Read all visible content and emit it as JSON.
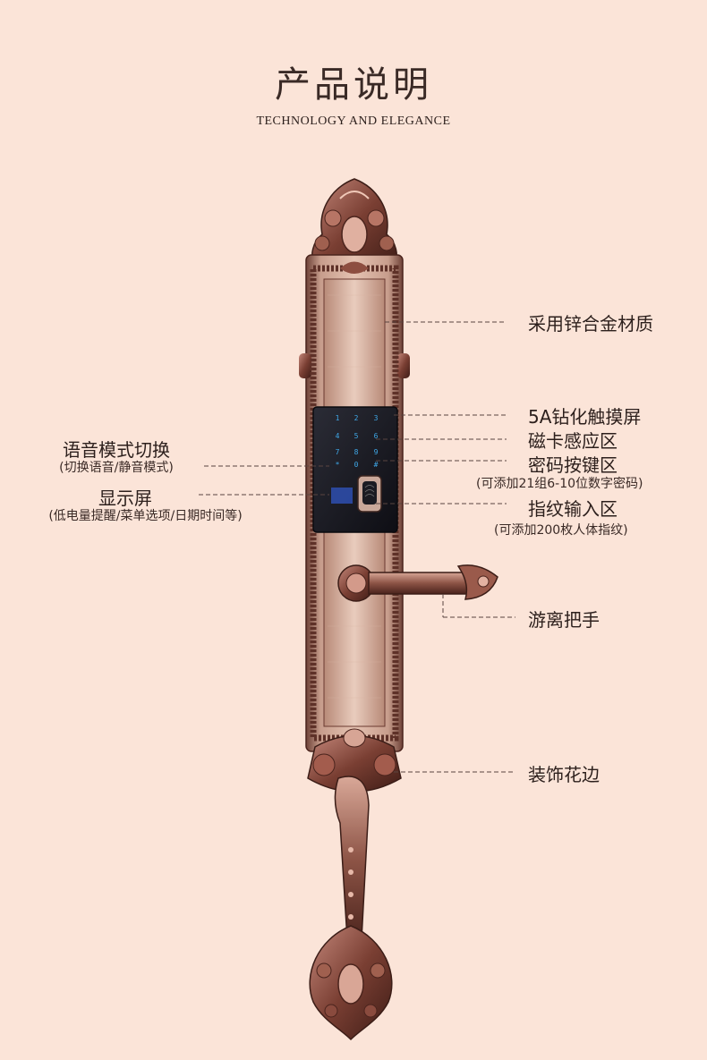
{
  "header": {
    "title": "产品说明",
    "subtitle": "TECHNOLOGY AND  ELEGANCE"
  },
  "keypad": {
    "keys": [
      "1",
      "2",
      "3",
      "4",
      "5",
      "6",
      "7",
      "8",
      "9",
      "*",
      "0",
      "#"
    ]
  },
  "callouts": {
    "material": "采用锌合金材质",
    "touchscreen": "5A钻化触摸屏",
    "card": "磁卡感应区",
    "password": "密码按键区",
    "password_note": "(可添加21组6-10位数字密码)",
    "fingerprint": "指纹输入区",
    "fingerprint_note": "(可添加200枚人体指纹)",
    "handle": "游离把手",
    "decoration": "装饰花边",
    "voice": "语音模式切换",
    "voice_note": "(切换语音/静音模式)",
    "display": "显示屏",
    "display_note": "(低电量提醒/菜单选项/日期时间等)"
  },
  "colors": {
    "background": "#fbe4d8",
    "bronze": "#8a5a4e",
    "panel": "#1a1a22",
    "key_glow": "#3fa8e8"
  }
}
